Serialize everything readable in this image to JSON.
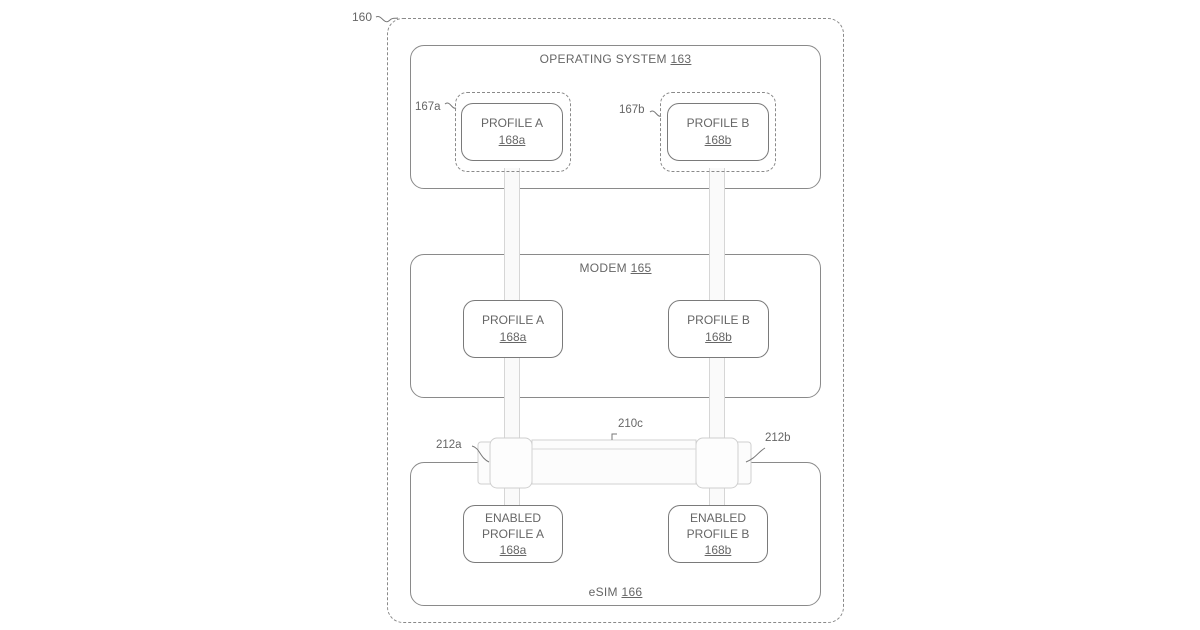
{
  "diagram": {
    "device": {
      "ref": "160"
    },
    "operating_system": {
      "title": "OPERATING SYSTEM",
      "ref": "163",
      "profile_a": {
        "line1": "PROFILE A",
        "ref": "168a",
        "container_ref": "167a"
      },
      "profile_b": {
        "line1": "PROFILE B",
        "ref": "168b",
        "container_ref": "167b"
      }
    },
    "modem": {
      "title": "MODEM",
      "ref": "165",
      "profile_a": {
        "line1": "PROFILE A",
        "ref": "168a"
      },
      "profile_b": {
        "line1": "PROFILE B",
        "ref": "168b"
      }
    },
    "esim": {
      "title": "eSIM",
      "ref": "166",
      "profile_a": {
        "line1": "ENABLED",
        "line2": "PROFILE A",
        "ref": "168a"
      },
      "profile_b": {
        "line1": "ENABLED",
        "line2": "PROFILE B",
        "ref": "168b"
      }
    },
    "connector": {
      "ref": "210c",
      "left_ref": "212a",
      "right_ref": "212b"
    }
  }
}
